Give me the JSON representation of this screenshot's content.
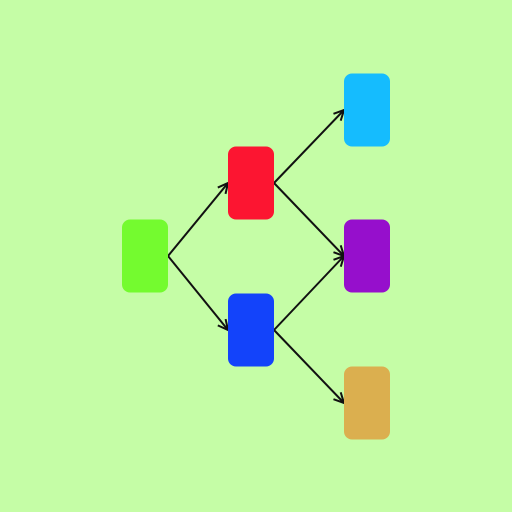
{
  "background": "#c5fda6",
  "edge_color": "#111111",
  "nodes": [
    {
      "id": "root",
      "color": "#74fb2f"
    },
    {
      "id": "red",
      "color": "#fc1531"
    },
    {
      "id": "blue",
      "color": "#1343fa"
    },
    {
      "id": "cyan",
      "color": "#15bcfe"
    },
    {
      "id": "purple",
      "color": "#960fcc"
    },
    {
      "id": "gold",
      "color": "#dbaf4f"
    }
  ],
  "edges": [
    {
      "from": "root",
      "to": "red"
    },
    {
      "from": "root",
      "to": "blue"
    },
    {
      "from": "red",
      "to": "cyan"
    },
    {
      "from": "red",
      "to": "purple"
    },
    {
      "from": "blue",
      "to": "purple"
    },
    {
      "from": "blue",
      "to": "gold"
    }
  ]
}
